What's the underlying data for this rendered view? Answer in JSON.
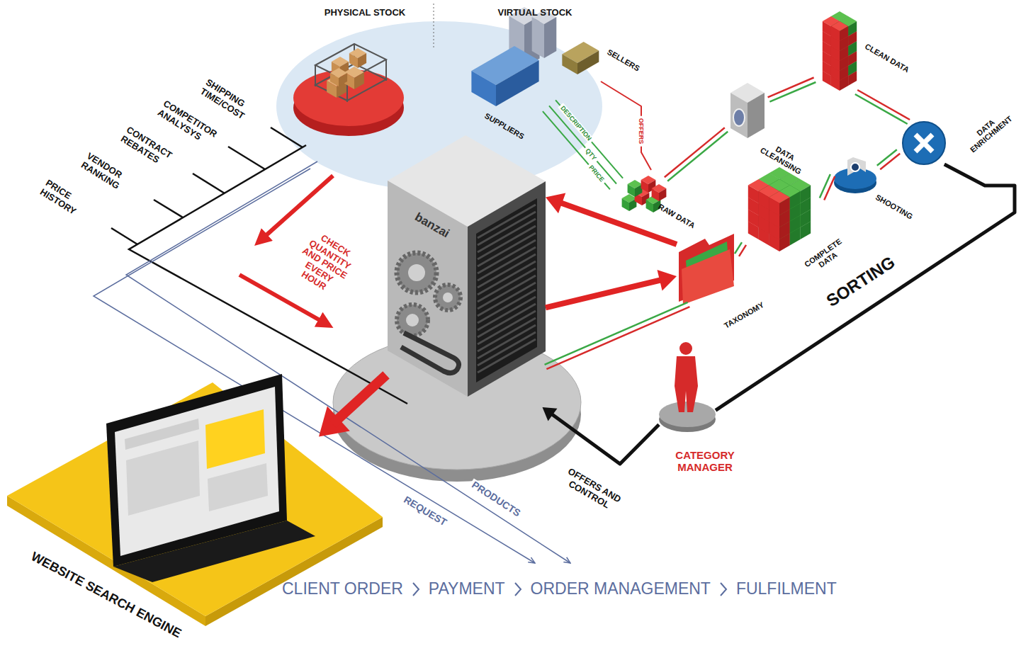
{
  "diagram": {
    "nodes": [
      {
        "text": [
          "PHYSICAL STOCK"
        ]
      },
      {
        "text": [
          "VIRTUAL STOCK"
        ]
      },
      {
        "text": [
          "SUPPLIERS"
        ],
        "in": 1
      },
      {
        "text": [
          "SELLERS"
        ],
        "in": 1
      },
      {
        "text": [
          "banzai"
        ]
      },
      {
        "text": [
          "RAW DATA"
        ]
      },
      {
        "text": [
          "DATA CLEANSING"
        ]
      },
      {
        "text": [
          "CLEAN DATA"
        ]
      },
      {
        "text": [
          "DATA ENRICHMENT"
        ]
      },
      {
        "text": [
          "SHOOTING"
        ]
      },
      {
        "text": [
          "COMPLETE DATA"
        ]
      },
      {
        "text": [
          "TAXONOMY"
        ]
      },
      {
        "text": [
          "CATEGORY MANAGER"
        ]
      },
      {
        "text": [
          "WEBSITE SEARCH ENGINE"
        ]
      }
    ],
    "edges": [
      {
        "from": 4,
        "to": 13,
        "arrow": "to"
      },
      {
        "from": 4,
        "to": 11,
        "arrow": "to"
      },
      {
        "from": 11,
        "to": 4,
        "arrow": "to"
      },
      {
        "from": 2,
        "to": 5,
        "label": "DESCRIPTION",
        "arrow": "none"
      },
      {
        "from": 2,
        "to": 5,
        "label": "QTY",
        "arrow": "none"
      },
      {
        "from": 2,
        "to": 5,
        "label": "PRICE",
        "arrow": "none"
      },
      {
        "from": 3,
        "to": 5,
        "label": "OFFERS",
        "arrow": "none"
      },
      {
        "from": 5,
        "to": 6,
        "arrow": "none"
      },
      {
        "from": 6,
        "to": 7,
        "arrow": "none"
      },
      {
        "from": 7,
        "to": 8,
        "arrow": "none"
      },
      {
        "from": 8,
        "to": 9,
        "arrow": "none"
      },
      {
        "from": 9,
        "to": 10,
        "arrow": "none"
      },
      {
        "from": 10,
        "to": 11,
        "arrow": "none"
      },
      {
        "from": 11,
        "to": 4,
        "arrow": "none"
      },
      {
        "from": 8,
        "to": 12,
        "label": "SORTING",
        "arrow": "none"
      },
      {
        "from": 12,
        "to": 4,
        "label": "OFFERS AND CONTROL",
        "arrow": "to"
      }
    ],
    "labels": [
      "SHIPPING TIME/COST",
      "COMPETITOR ANALYSYS",
      "CONTRACT REBATES",
      "VENDOR RANKING",
      "PRICE HISTORY",
      "CHECK QUANTITY AND PRICE EVERY HOUR",
      "REQUEST",
      "PRODUCTS",
      "CLIENT ORDER",
      "PAYMENT",
      "ORDER MANAGEMENT",
      "FULFILMENT"
    ]
  }
}
